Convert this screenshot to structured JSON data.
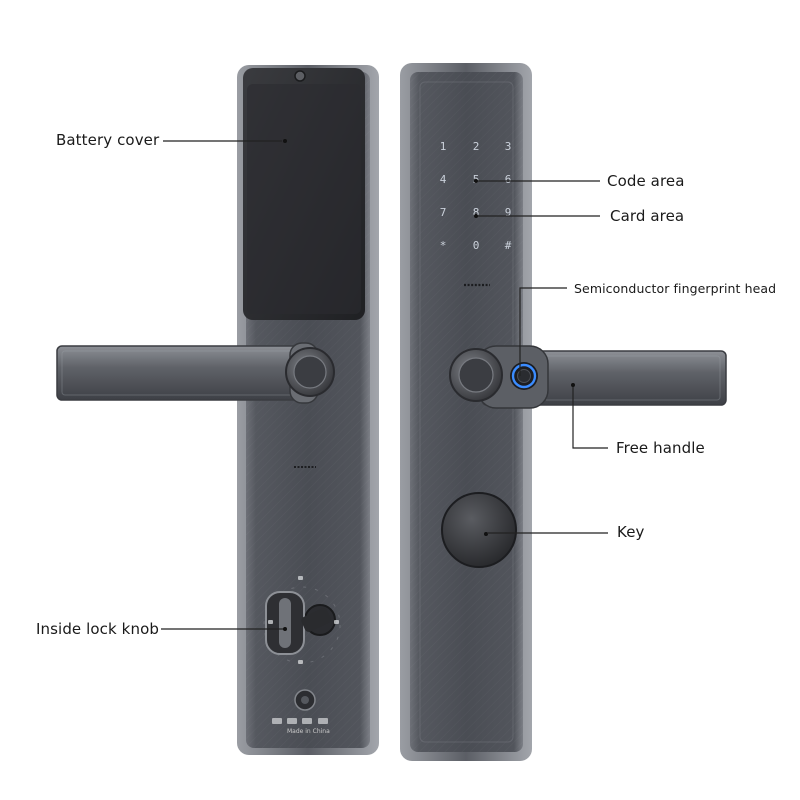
{
  "callouts": {
    "battery_cover": "Battery cover",
    "code_area": "Code area",
    "card_area": "Card area",
    "fingerprint_head": "Semiconductor fingerprint head",
    "free_handle": "Free handle",
    "key": "Key",
    "inside_lock_knob": "Inside lock knob"
  },
  "keypad": {
    "keys": [
      "1",
      "2",
      "3",
      "4",
      "5",
      "6",
      "7",
      "8",
      "9",
      "*",
      "0",
      "#"
    ]
  },
  "product_marking": {
    "origin": "Made in China"
  },
  "colors": {
    "background": "#ffffff",
    "panel": "#4e5158",
    "panel_edge": "#8a8d93",
    "cover": "#2a2b2e",
    "keypad_glow": "#dfe6f0",
    "fingerprint_ring": "#3b8cff",
    "callout_line": "#222222"
  }
}
